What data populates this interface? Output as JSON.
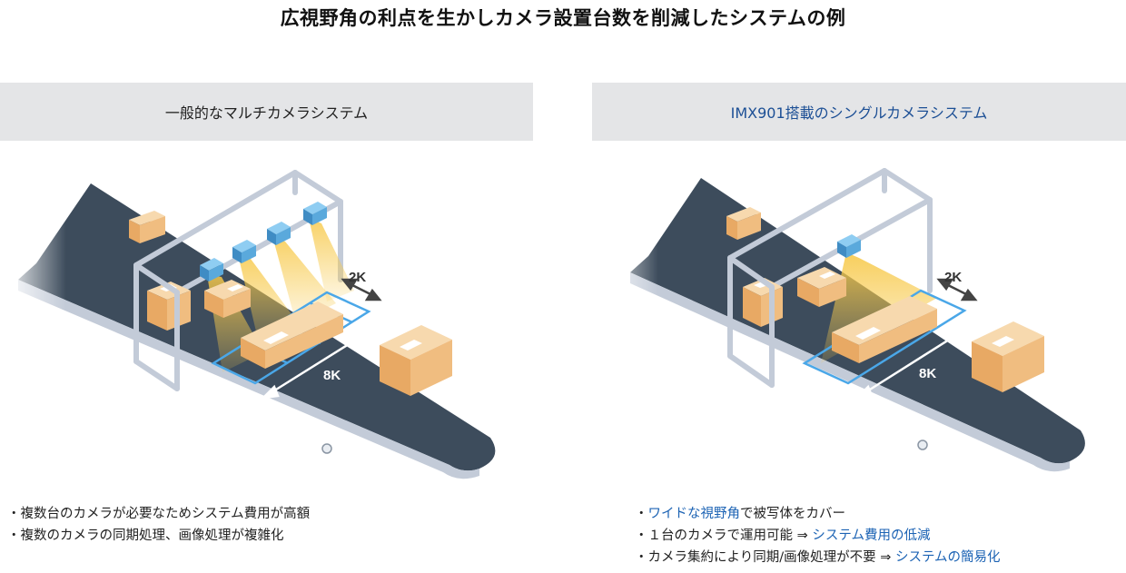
{
  "title": "広視野角の利点を生かしカメラ設置台数を削減したシステムの例",
  "left": {
    "header": "一般的なマルチカメラシステム",
    "res_short": "2K",
    "res_long": "8K",
    "bullets": [
      {
        "text": "・複数台のカメラが必要なためシステム費用が高額"
      },
      {
        "text": "・複数のカメラの同期処理、画像処理が複雑化"
      }
    ]
  },
  "right": {
    "header": "IMX901搭載のシングルカメラシステム",
    "res_short": "2K",
    "res_long": "8K",
    "bullets": [
      {
        "prefix": "・",
        "highlight": "ワイドな視野角",
        "rest": "で被写体をカバー",
        "arrow": "",
        "highlight2": ""
      },
      {
        "prefix": "・",
        "highlight": "",
        "rest": "１台のカメラで運用可能 ",
        "arrow": "⇒ ",
        "highlight2": "システム費用の低減"
      },
      {
        "prefix": "・",
        "highlight": "",
        "rest": "カメラ集約により同期/画像処理が不要 ",
        "arrow": "⇒ ",
        "highlight2": "システムの簡易化"
      }
    ]
  },
  "colors": {
    "belt": "#3d4c5c",
    "frame": "#c3cbd8",
    "box_top": "#f7d9ae",
    "box_side": "#e8a964",
    "camera": "#5aa9dc",
    "view": "#f7c94a",
    "measure": "#4aa7e8",
    "highlight": "#1c63b4"
  }
}
